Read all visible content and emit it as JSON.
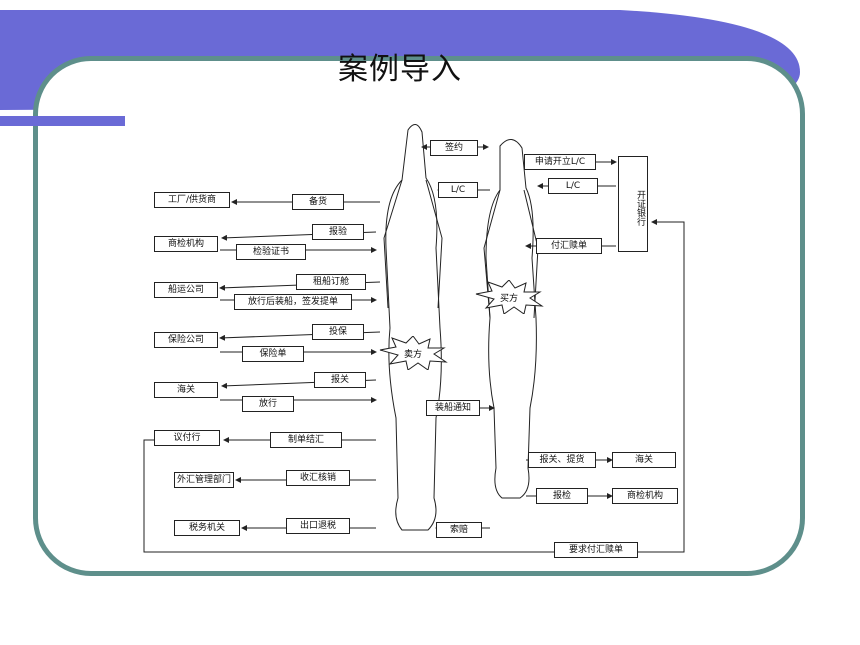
{
  "title": "案例导入",
  "colors": {
    "banner": "#6a6ad6",
    "frame": "#5e8f8b"
  },
  "diagram": {
    "seller_label": "卖方",
    "buyer_label": "买方",
    "center": {
      "contract": "签约",
      "lc_to_seller": "L/C",
      "shipping_notice": "装船通知",
      "claim": "索赔"
    },
    "left": {
      "supplier": "工厂/供货商",
      "stock": "备货",
      "inspection_org": "商检机构",
      "inspect": "报验",
      "certificate": "检验证书",
      "shipping_co": "船运公司",
      "book_ship": "租船订舱",
      "bl": "放行后装船，签发提单",
      "insurance_co": "保险公司",
      "insure": "投保",
      "policy": "保险单",
      "customs": "海关",
      "declare": "报关",
      "release": "放行",
      "negotiating_bank": "议付行",
      "prepare_docs": "制单结汇",
      "fx_dept": "外汇管理部门",
      "fx_writeoff": "收汇核销",
      "tax_office": "税务机关",
      "export_rebate": "出口退税"
    },
    "right": {
      "apply_lc": "申请开立L/C",
      "lc_back": "L/C",
      "issuing_bank": "开证银行",
      "pay_redeem": "付汇赎单",
      "declare_take": "报关、提货",
      "customs": "海关",
      "inspect": "报检",
      "inspection_org": "商检机构",
      "request_pay": "要求付汇赎单"
    }
  }
}
